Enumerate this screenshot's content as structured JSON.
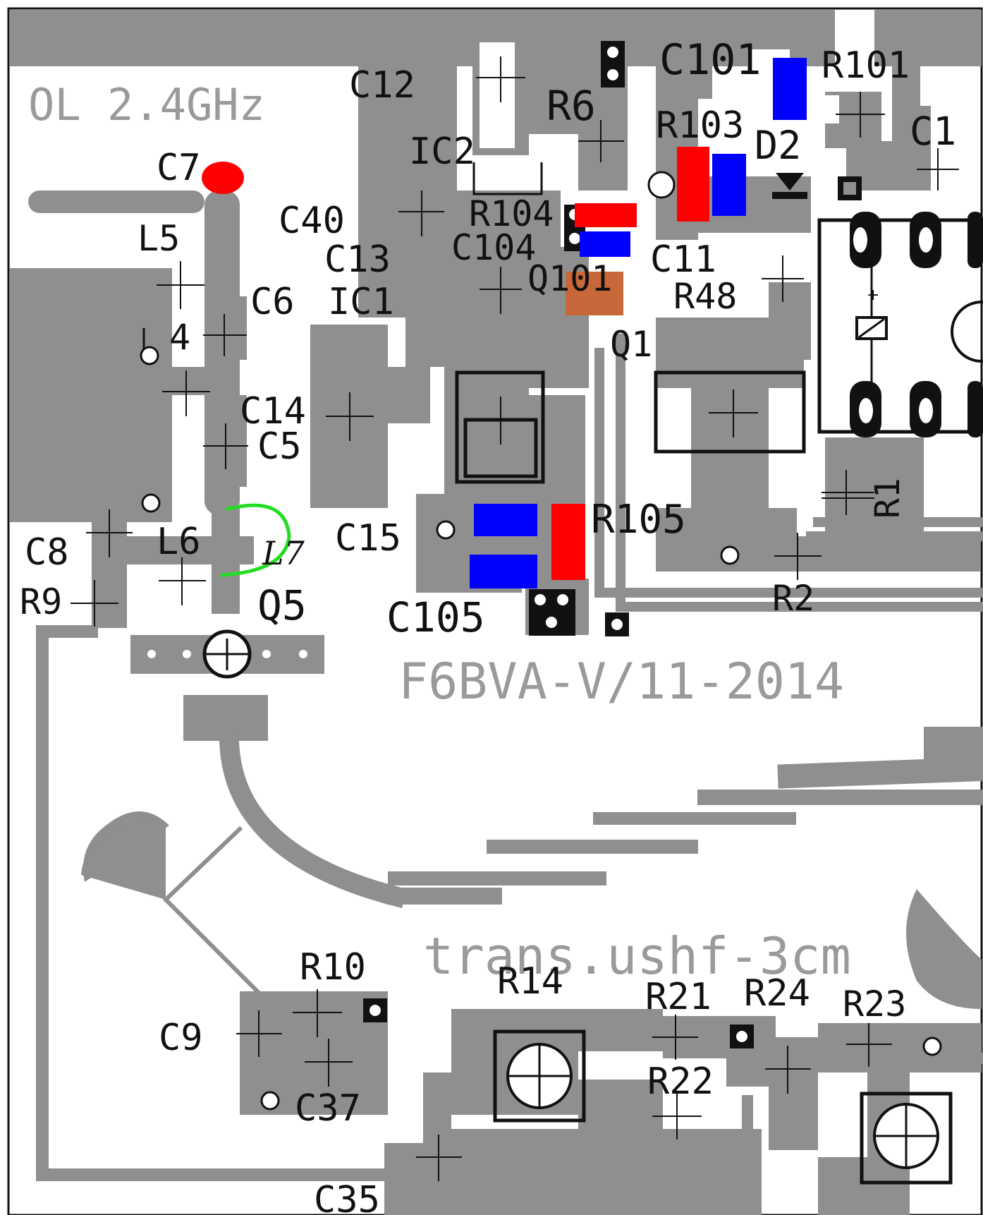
{
  "title": "OL 2.4GHz",
  "footer_text": "trans.ushf-3cm",
  "version_text": "F6BVA-V/11-2014",
  "colors": {
    "copper": "#8f8f8f",
    "board": "#ffffff",
    "outline": "#111111",
    "resistor_marker": "#ff0000",
    "capacitor_marker": "#0000ff",
    "transistor_marker": "#c8683a",
    "wire": "#22dd22"
  },
  "components": {
    "C12": "C12",
    "C101": "C101",
    "R101": "R101",
    "R6": "R6",
    "R103": "R103",
    "D2": "D2",
    "C1": "C1",
    "IC2": "IC2",
    "C7": "C7",
    "C40": "C40",
    "R104": "R104",
    "C104": "C104",
    "L5": "L5",
    "C13": "C13",
    "C11": "C11",
    "Q101": "Q101",
    "C6": "C6",
    "IC1": "IC1",
    "R48": "R48",
    "L4": "4",
    "Q1": "Q1",
    "C14": "C14",
    "C5": "C5",
    "R1": "R1",
    "R105": "R105",
    "C15": "C15",
    "C8": "C8",
    "L6": "L6",
    "L7": "L7",
    "R2": "R2",
    "R9": "R9",
    "Q5": "Q5",
    "C105": "C105",
    "R10": "R10",
    "R14": "R14",
    "R21": "R21",
    "R24": "R24",
    "R23": "R23",
    "C9": "C9",
    "R22": "R22",
    "C37": "C37",
    "C35": "C35"
  }
}
